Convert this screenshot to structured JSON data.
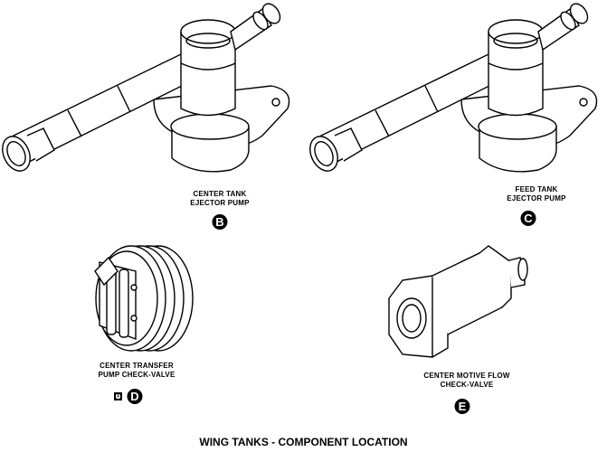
{
  "title": "WING TANKS - COMPONENT LOCATION",
  "components": [
    {
      "id": "B",
      "label_line1": "CENTER TANK",
      "label_line2": "EJECTOR PUMP"
    },
    {
      "id": "C",
      "label_line1": "FEED TANK",
      "label_line2": "EJECTOR PUMP"
    },
    {
      "id": "D",
      "label_line1": "CENTER TRANSFER",
      "label_line2": "PUMP CHECK-VALVE",
      "note": "1"
    },
    {
      "id": "E",
      "label_line1": "CENTER MOTIVE FLOW",
      "label_line2": "CHECK-VALVE"
    }
  ]
}
